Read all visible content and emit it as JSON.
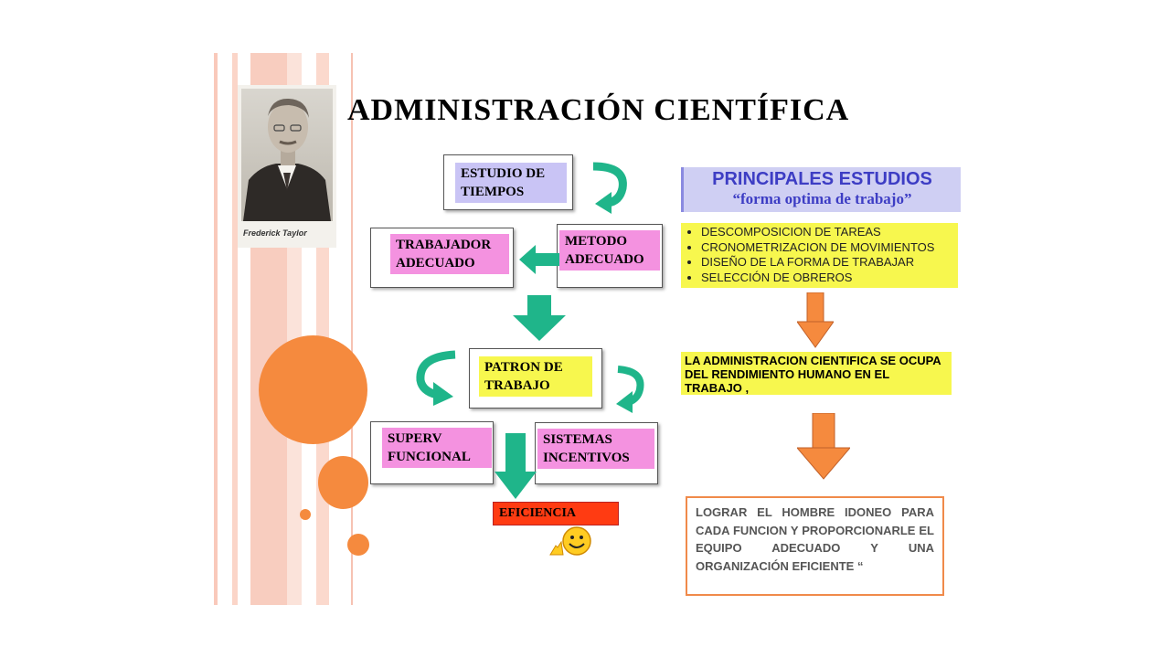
{
  "title": "ADMINISTRACIÓN CIENTÍFICA",
  "photo_caption": "Frederick Taylor",
  "flow": {
    "estudio": "ESTUDIO DE\nTIEMPOS",
    "metodo": "METODO\nADECUADO",
    "trabajador": "TRABAJADOR\nADECUADO",
    "patron": "PATRON DE\nTRABAJO",
    "superv": "SUPERV\nFUNCIONAL",
    "sistemas": "SISTEMAS\nINCENTIVOS",
    "eficiencia": "EFICIENCIA"
  },
  "studies": {
    "heading": "PRINCIPALES ESTUDIOS",
    "subheading": "“forma optima de trabajo”",
    "items": [
      "DESCOMPOSICION DE TAREAS",
      "CRONOMETRIZACION DE MOVIMIENTOS",
      "DISEÑO DE LA FORMA DE TRABAJAR",
      "SELECCIÓN DE OBREROS"
    ]
  },
  "conclusion": "LA ADMINISTRACION CIENTIFICA SE OCUPA DEL RENDIMIENTO HUMANO EN EL TRABAJO ,",
  "goal": "LOGRAR EL HOMBRE IDONEO PARA CADA FUNCION Y PROPORCIONARLE EL EQUIPO ADECUADO Y UNA ORGANIZACIÓN EFICIENTE “",
  "colors": {
    "accent_orange": "#f58a3e",
    "teal_arrow": "#1fb58a",
    "lavender": "#c9c4f5",
    "pink": "#f492e0",
    "yellow": "#f7f74e",
    "red": "#ff3b12"
  }
}
